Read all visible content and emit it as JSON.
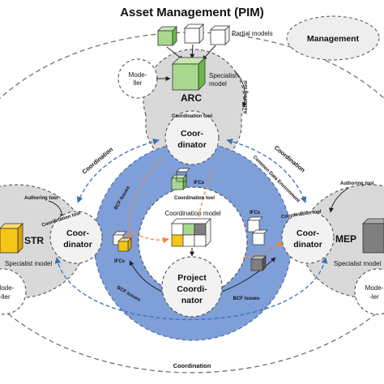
{
  "title": "Asset Management (PIM)",
  "management": "Management",
  "partial_models": "Partial models",
  "arc": {
    "name": "ARC",
    "modeller": [
      "Mode-",
      "ller"
    ],
    "specialist_model": [
      "Specialist",
      "model"
    ],
    "authoring_tool": "Authoring tool",
    "coordination_tool": "Coordination tool",
    "coordinator": [
      "Coor-",
      "dinator"
    ]
  },
  "str": {
    "name": "STR",
    "authoring_tool": "Authoring tool",
    "coordination_tool": "Coordination tool",
    "coordinator": [
      "Coor-",
      "dinator"
    ],
    "specialist_model": "Specialist model",
    "modeller": [
      "Mode-",
      "-ller"
    ],
    "ifcs": "IFCs"
  },
  "mep": {
    "name": "MEP",
    "authoring_tool": "Authoring tool",
    "coordination_tool": "Coordination tool",
    "coordinator": [
      "Coor-",
      "dinator"
    ],
    "specialist_model": "Specialist model",
    "modeller": [
      "Mode-",
      "-ler"
    ],
    "ifcs": "IFCs"
  },
  "center": {
    "coordination_model": "Coordination model",
    "project_coordinator": [
      "Project",
      "Coordi-",
      "nator"
    ],
    "ifcs_top": "IFCs",
    "bcf_issues_left": "BCF Issues",
    "bcf_issues_bottom_left": "BCF Issues",
    "bcf_issues_bottom_right": "BCF Issues",
    "coordination_tool": "Coordination tool",
    "common_data_environment": "Common Data Environment"
  },
  "coordination_labels": {
    "left": "Coordination",
    "right": "Coordination",
    "bottom": "Coordination"
  },
  "colors": {
    "ring_blue": "#7f9fd8",
    "gray_fill": "#d9d9d9",
    "green": "#a8d88f",
    "green_dark": "#6bb84b",
    "yellow": "#f5c518",
    "dark_gray": "#7f7f7f",
    "dashed_blue": "#3d6fb6",
    "orange": "#f0883e"
  }
}
